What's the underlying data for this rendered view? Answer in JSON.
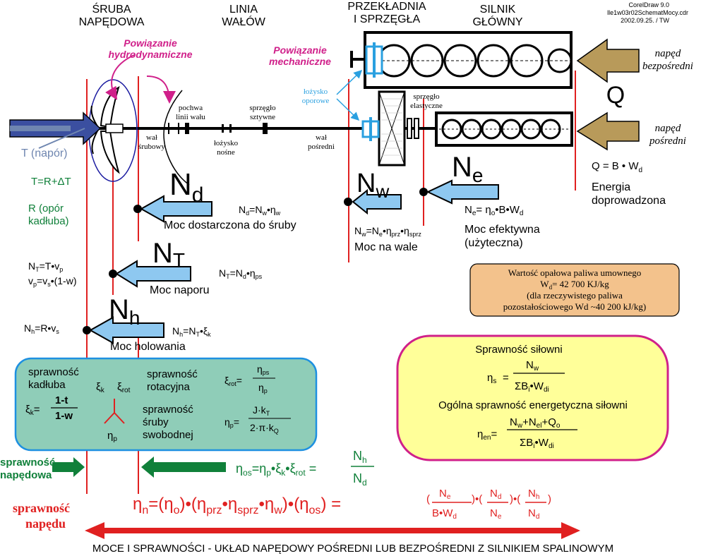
{
  "colors": {
    "red": "#e02020",
    "magenta": "#d0208a",
    "green": "#10803a",
    "blue_arrow": "#8ec8f0",
    "tan_arrow": "#b89a5a",
    "gray_blue": "#6f86b0",
    "teal_box": "#8fcdb8",
    "peach_box": "#f3c28c",
    "yellow_box": "#ffff99",
    "cyan_bearing": "#2aa0e0"
  },
  "header": {
    "sruba_l1": "ŚRUBA",
    "sruba_l2": "NAPĘDOWA",
    "linia_l1": "LINIA",
    "linia_l2": "WAŁÓW",
    "przekl_l1": "PRZEKŁADNIA",
    "przekl_l2": "I SPRZĘGŁA",
    "silnik_l1": "SILNIK",
    "silnik_l2": "GŁÓWNY",
    "file_l1": "CorelDraw 9.0",
    "file_l2": "lle1w03r02SchematMocy.cdr",
    "file_l3": "2002.09.25. / TW"
  },
  "labels": {
    "pow_hydro_l1": "Powiązanie",
    "pow_hydro_l2": "hydrodynamiczne",
    "pow_mech_l1": "Powiązanie",
    "pow_mech_l2": "mechaniczne",
    "lozysko_l1": "łożysko",
    "lozysko_l2": "oporowe",
    "naped_bezp_l1": "napęd",
    "naped_bezp_l2": "bezpośredni",
    "naped_posr_l1": "napęd",
    "naped_posr_l2": "pośredni",
    "Q": "Q",
    "pochwa_l1": "pochwa",
    "pochwa_l2": "linii wału",
    "sprzeglo_szt_l1": "sprzęgło",
    "sprzeglo_szt_l2": "sztywne",
    "sprzeglo_el_l1": "sprzęgło",
    "sprzeglo_el_l2": "elastyczne",
    "wal_srub_l1": "wał",
    "wal_srub_l2": "śrubowy",
    "lozysko_nosne_l1": "łożysko",
    "lozysko_nosne_l2": "nośne",
    "wal_posr_l1": "wał",
    "wal_posr_l2": "pośredni",
    "T_napor": "T (napór)",
    "T_eq": "T=R+ΔT",
    "R_l1": "R  (opór",
    "R_l2": "kadłuba)",
    "Q_eq": "Q = B • W",
    "Q_eq_sub": "d",
    "energia_l1": "Energia",
    "energia_l2": "doprowadzona",
    "Nd": "N",
    "Nd_sub": "d",
    "Nd_eq": "N",
    "Nd_desc": "Moc dostarczona do śruby",
    "Nw": "N",
    "Nw_sub": "w",
    "Nw_desc": "Moc na wale",
    "Ne": "N",
    "Ne_sub": "e",
    "Ne_desc_l1": "Moc efektywna",
    "Ne_desc_l2": "(użyteczna)",
    "NT": "N",
    "NT_sub": "T",
    "NT_desc": "Moc naporu",
    "Nh": "N",
    "Nh_sub": "h",
    "Nh_desc": "Moc holowania",
    "wartosc_l1": "Wartość opałowa paliwa umownego",
    "wartosc_l2": "= 42 700 KJ/kg",
    "wartosc_l3": "(dla rzeczywistego paliwa",
    "wartosc_l4": "pozostałościowego  Wd ~40 200 kJ/kg)",
    "spr_silowni": "Sprawność siłowni",
    "ogolna_spr": "Ogólna sprawność energetyczna siłowni",
    "spr_kadluba_l1": "sprawność",
    "spr_kadluba_l2": "kadłuba",
    "spr_rot_l1": "sprawność",
    "spr_rot_l2": "rotacyjna",
    "spr_sruby_l1": "sprawność",
    "spr_sruby_l2": "śruby",
    "spr_sruby_l3": "swobodnej",
    "spr_napedowa_l1": "sprawność",
    "spr_napedowa_l2": "napędowa",
    "spr_napedu_l1": "sprawność",
    "spr_napedu_l2": "napędu",
    "footer": "MOCE I SPRAWNOŚCI  -  UKŁAD NAPĘDOWY POŚREDNI LUB BEZPOŚREDNI Z SILNIKIEM SPALINOWYM"
  }
}
